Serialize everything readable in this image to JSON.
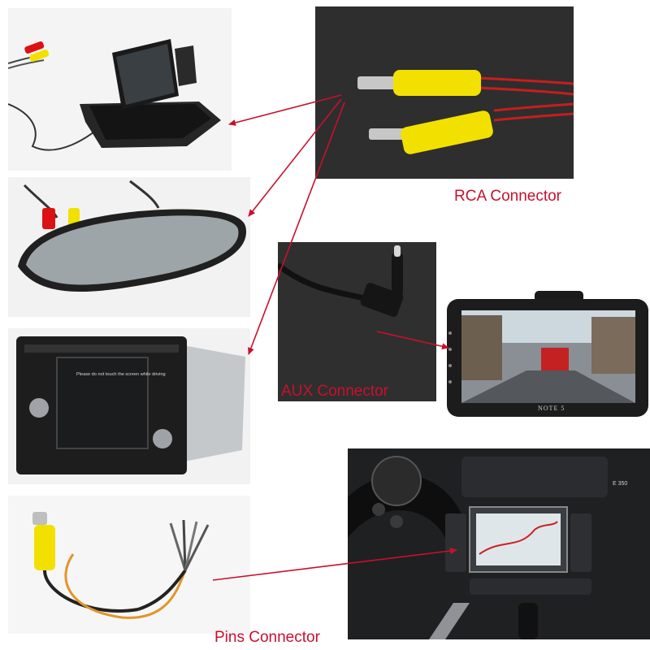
{
  "labels": {
    "rca": "RCA Connector",
    "aux": "AUX Connector",
    "pins": "Pins Connector"
  },
  "screens": {
    "head_unit_text": "Please do not touch the screen while driving",
    "dashcam_brand": "NOTE 5",
    "dashboard_mark": "E 350"
  },
  "colors": {
    "label": "#c8102e",
    "arrow": "#c8102e",
    "rca_yellow": "#f2e000"
  },
  "icons": {
    "arrow": "red-arrow-icon"
  }
}
